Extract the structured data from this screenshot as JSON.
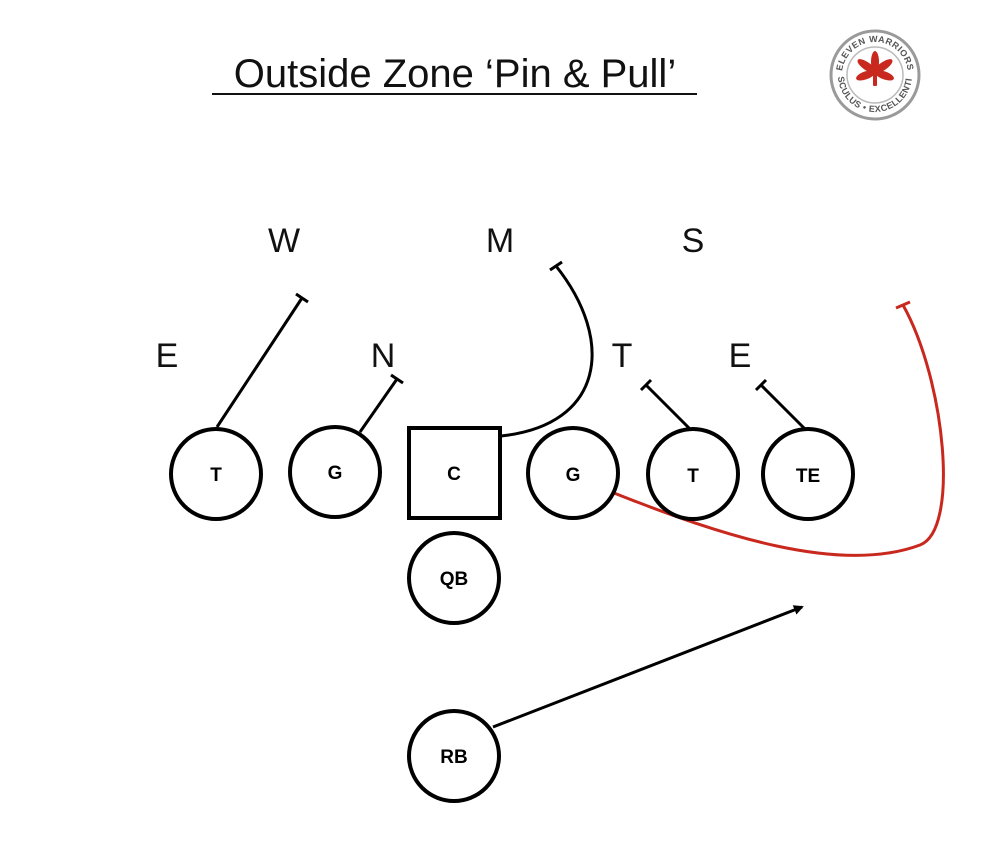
{
  "title": "Outside Zone ‘Pin & Pull’",
  "logo": {
    "top_text": "ELEVEN WARRIORS",
    "bottom_text": "AESCULUS • EXCELLENTIAM",
    "icon": "buckeye-leaf-icon",
    "accent_color": "#c8281e",
    "ring_color": "#9a9a9a"
  },
  "defense": {
    "w": "W",
    "m": "M",
    "s": "S",
    "e_left": "E",
    "n": "N",
    "t": "T",
    "e_right": "E"
  },
  "offense": {
    "lt": "T",
    "lg": "G",
    "c": "C",
    "rg": "G",
    "rt": "T",
    "te": "TE",
    "qb": "QB",
    "rb": "RB"
  },
  "colors": {
    "pull_route": "#c8281e",
    "block_route": "#000000"
  }
}
